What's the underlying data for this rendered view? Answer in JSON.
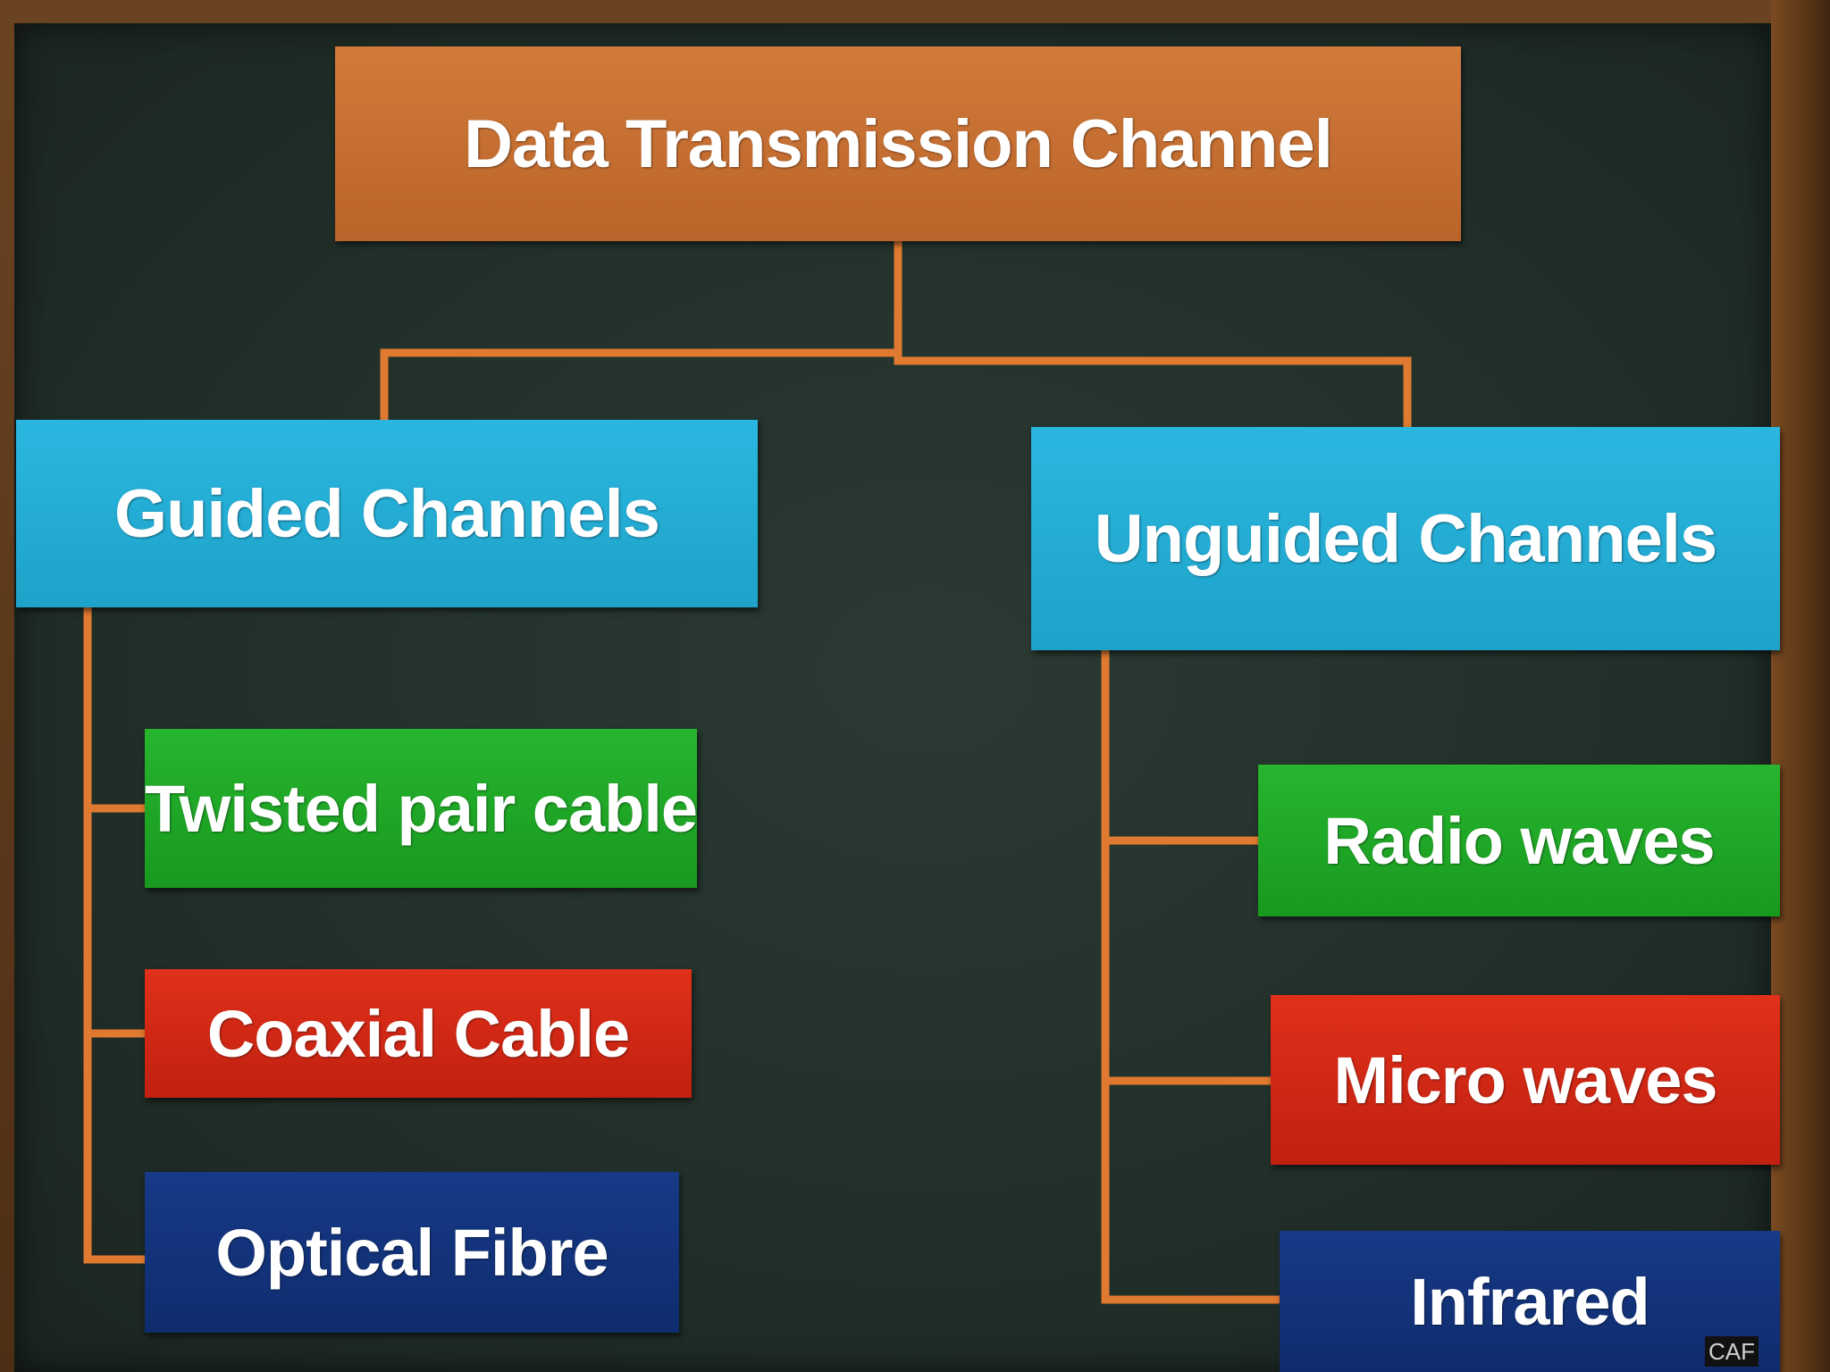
{
  "diagram": {
    "root": {
      "label": "Data Transmission Channel"
    },
    "categories": [
      {
        "label": "Guided Channels",
        "items": [
          "Twisted pair cable",
          "Coaxial Cable",
          "Optical Fibre"
        ]
      },
      {
        "label": "Unguided Channels",
        "items": [
          "Radio waves",
          "Micro waves",
          "Infrared"
        ]
      }
    ]
  },
  "watermark": "CAF",
  "colors": {
    "board": "#22302a",
    "frame": "#5a3515",
    "connector": "#e07a30",
    "root": "#c76c2f",
    "category": "#22acd6",
    "item_1": "#20a826",
    "item_2": "#d22815",
    "item_3": "#13337a"
  }
}
